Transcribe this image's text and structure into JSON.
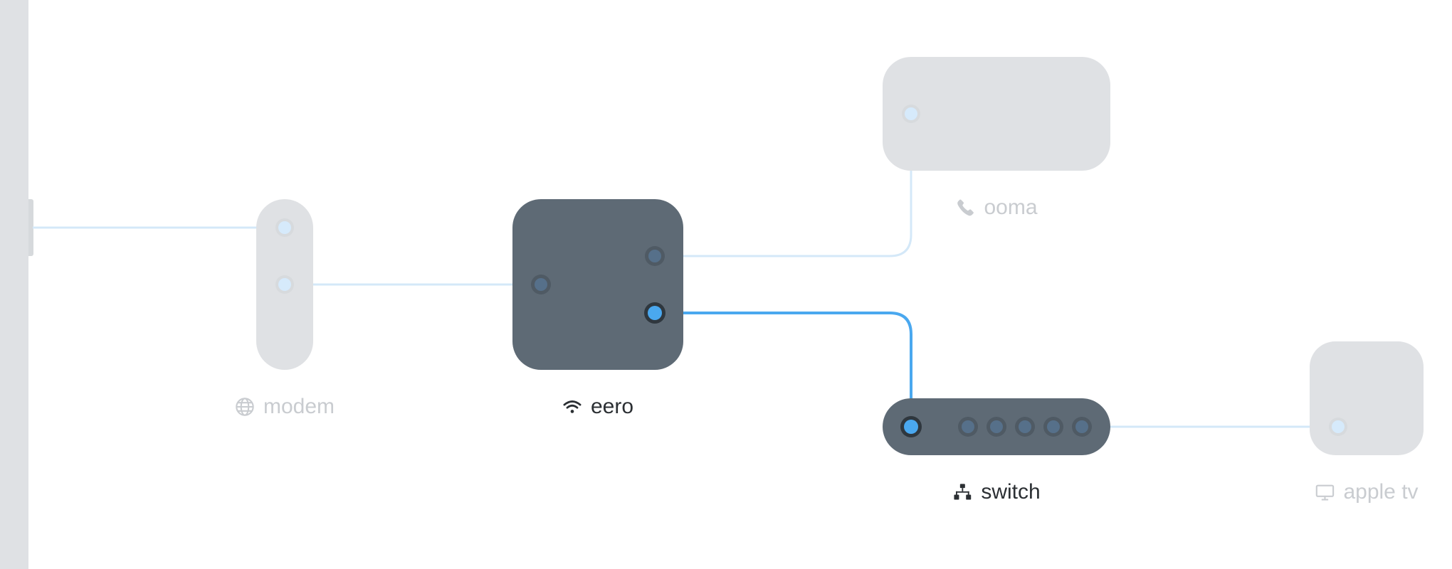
{
  "nodes": {
    "modem": {
      "label": "modem",
      "icon": "globe-icon"
    },
    "eero": {
      "label": "eero",
      "icon": "wifi-icon"
    },
    "ooma": {
      "label": "ooma",
      "icon": "phone-icon"
    },
    "switch": {
      "label": "switch",
      "icon": "network-switch-icon"
    },
    "apple_tv": {
      "label": "apple tv",
      "icon": "tv-icon"
    }
  },
  "colors": {
    "active_node": "#5e6a75",
    "inactive_node": "#dfe1e4",
    "active_link": "#4aa8ef",
    "inactive_link": "#d4e8f8",
    "active_label": "#2b2f33",
    "inactive_label": "#c9ccd0"
  }
}
